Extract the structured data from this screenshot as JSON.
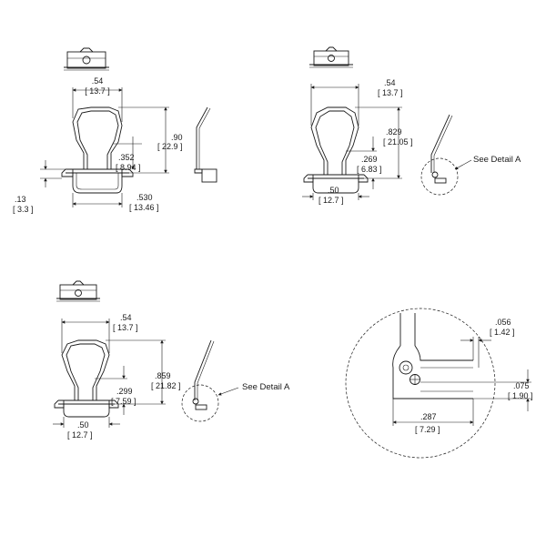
{
  "drawing": {
    "top_left": {
      "width_in": ".54",
      "width_mm": "[ 13.7 ]",
      "height_in": ".90",
      "height_mm": "[ 22.9 ]",
      "neck_in": ".352",
      "neck_mm": "[ 8.94 ]",
      "base_in": ".530",
      "base_mm": "[ 13.46 ]",
      "thick_in": ".13",
      "thick_mm": "[ 3.3 ]"
    },
    "top_right": {
      "width_in": ".54",
      "width_mm": "[ 13.7 ]",
      "height_in": ".829",
      "height_mm": "[ 21.05 ]",
      "neck_in": ".269",
      "neck_mm": "[ 6.83 ]",
      "base_in": ".50",
      "base_mm": "[ 12.7 ]",
      "detail_note": "See Detail A"
    },
    "bottom_left": {
      "width_in": ".54",
      "width_mm": "[ 13.7 ]",
      "height_in": ".859",
      "height_mm": "[ 21.82 ]",
      "neck_in": ".299",
      "neck_mm": "[ 7.59 ]",
      "base_in": ".50",
      "base_mm": "[ 12.7 ]",
      "detail_note": "See Detail A"
    },
    "detail_a": {
      "top_in": ".056",
      "top_mm": "[ 1.42 ]",
      "right_in": ".075",
      "right_mm": "[ 1.90 ]",
      "bottom_in": ".287",
      "bottom_mm": "[ 7.29 ]"
    }
  }
}
